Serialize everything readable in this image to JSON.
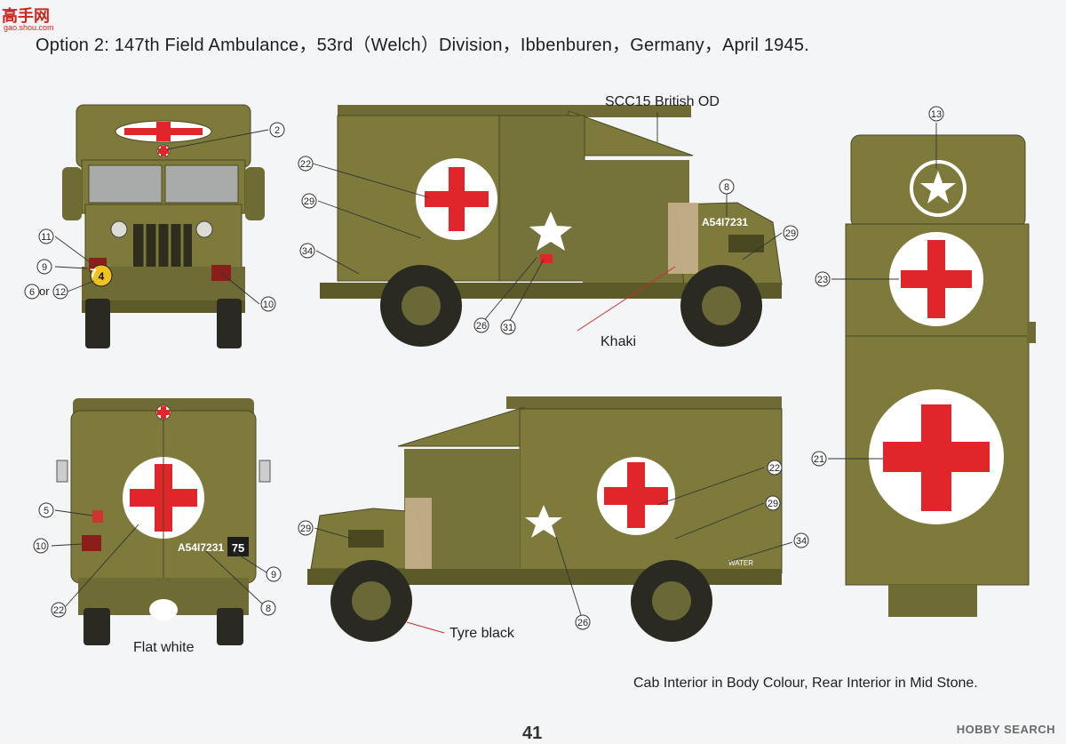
{
  "header": {
    "title": "Option 2: 147th Field Ambulance，53rd（Welch）Division，Ibbenburen，Germany，April 1945.",
    "logo_text": "高手网",
    "logo_sub": "gao.shou.com"
  },
  "labels": {
    "paint_box": "SCC15 British OD",
    "paint_khaki": "Khaki",
    "paint_flat_white": "Flat white",
    "paint_tyre": "Tyre black",
    "or_word": "or"
  },
  "vehicle_markings": {
    "registration": "A54I7231",
    "bridge_class": "75",
    "unit_code": "4",
    "bridge_small": "7",
    "water_text": "WATER"
  },
  "colors": {
    "olive_drab": "#7d7a3c",
    "olive_dark": "#5d5a2a",
    "khaki": "#c8b18c",
    "red_cross": "#e0262a",
    "white_disc": "#ffffff",
    "tyre": "#2b2a22",
    "background": "#f4f5f6"
  },
  "callouts": [
    "2",
    "11",
    "9",
    "6",
    "12",
    "10",
    "22",
    "29",
    "34",
    "26",
    "31",
    "8",
    "29",
    "13",
    "23",
    "21",
    "5",
    "10",
    "22",
    "9",
    "8",
    "29",
    "22",
    "29",
    "34",
    "26"
  ],
  "footer": {
    "note": "Cab Interior in  Body Colour,  Rear Interior in Mid Stone.",
    "page_number": "41",
    "watermark": "HOBBY SEARCH"
  }
}
